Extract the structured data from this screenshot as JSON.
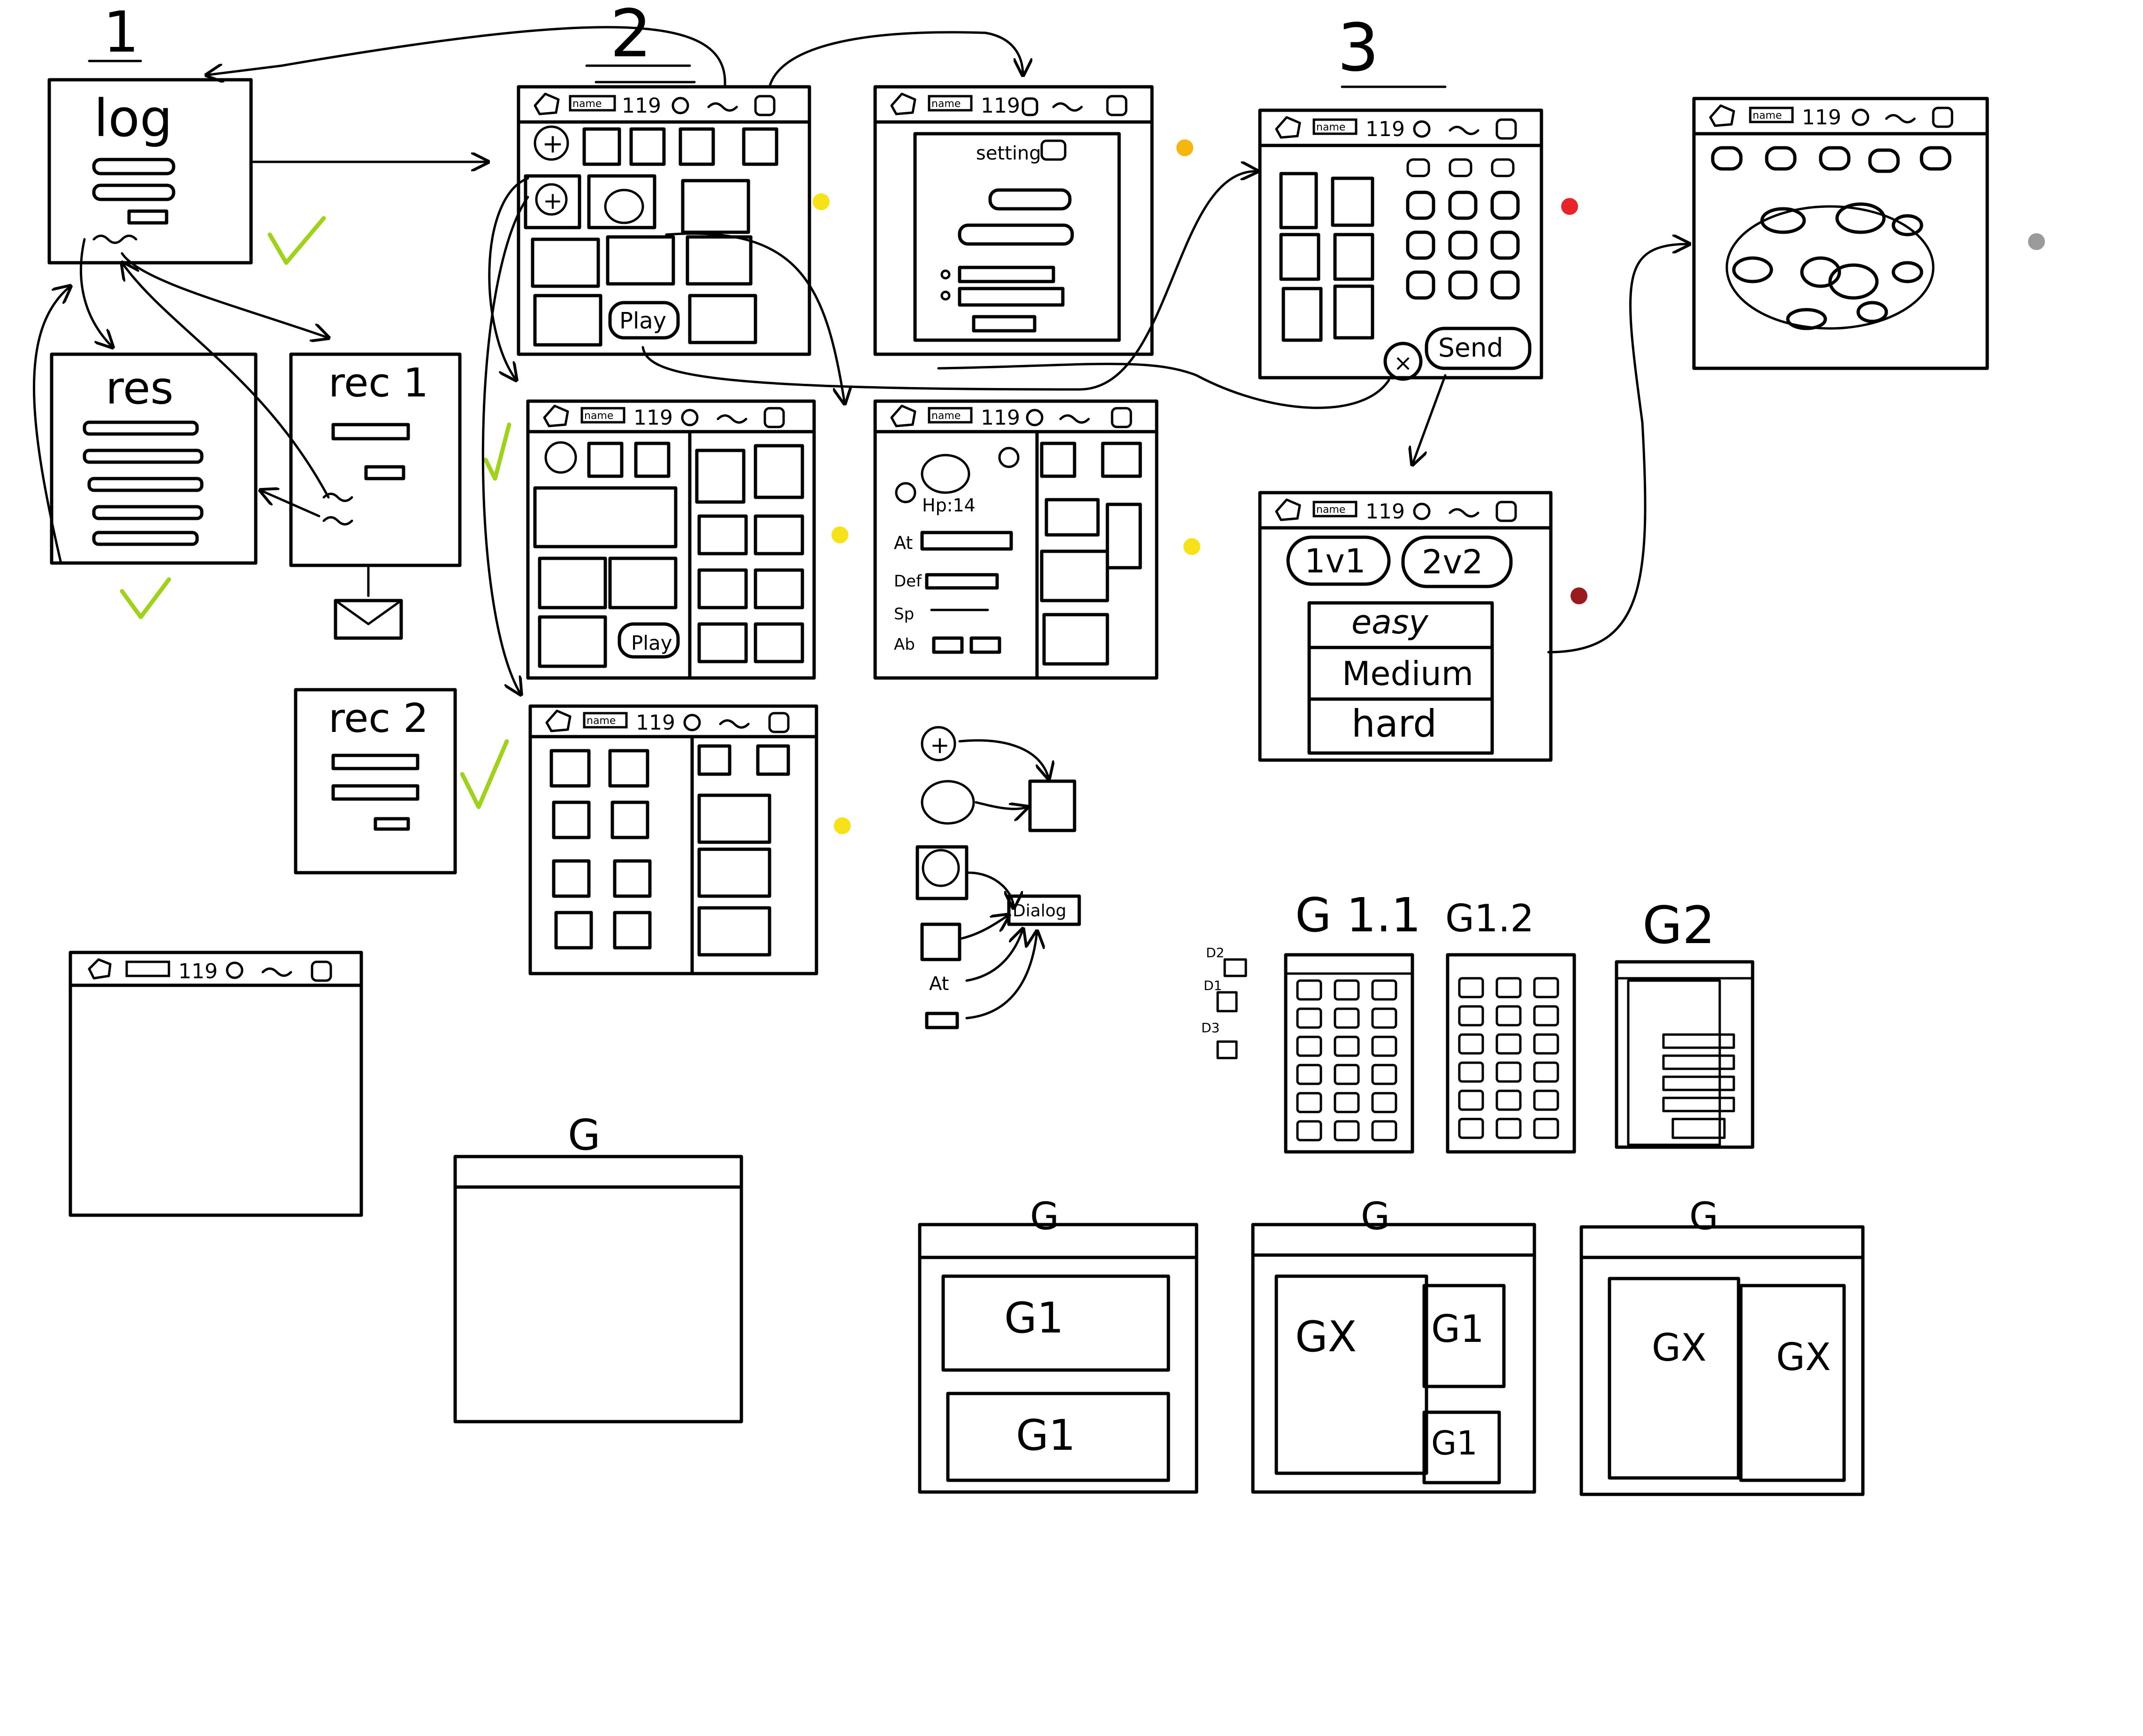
{
  "section_labels": [
    "1",
    "2",
    "3"
  ],
  "header_labels": [
    "name",
    "119"
  ],
  "screens": {
    "login": "log",
    "res": "res",
    "rec1": "rec 1",
    "rec2": "rec 2"
  },
  "buttons": {
    "play": "Play",
    "send": "Send",
    "dialog": "Dialog"
  },
  "settings_title": "setting",
  "stats": {
    "hp": "Hp:14",
    "at": "At",
    "def": "Def",
    "sp": "Sp",
    "ab": "Ab"
  },
  "modes": [
    "1v1",
    "2v2"
  ],
  "difficulties": [
    "easy",
    "Medium",
    "hard"
  ],
  "grid_labels": {
    "g11": "G 1.1",
    "g12": "G1.2",
    "g2": "G2",
    "g": "G",
    "g1": "G1",
    "gx": "GX"
  },
  "legend_labels": [
    "D2",
    "D1",
    "D3"
  ],
  "status_colors": {
    "yellow": "#f7e21a",
    "orange": "#f5b60f",
    "red": "#e8232a",
    "darkred": "#9a1b1f",
    "grey": "#9b9b9b",
    "check": "#9fd21b"
  }
}
